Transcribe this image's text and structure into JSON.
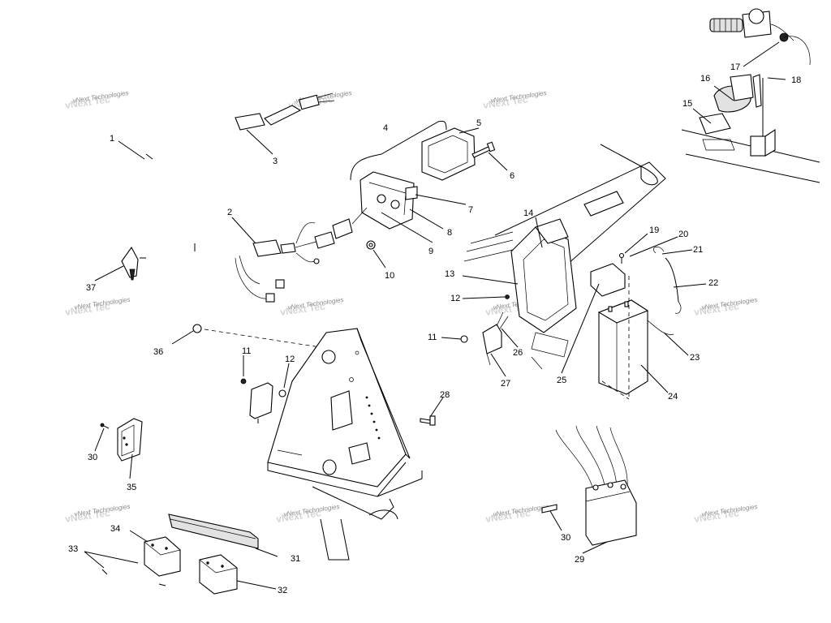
{
  "callouts": [
    {
      "id": "1",
      "text": "1"
    },
    {
      "id": "2",
      "text": "2"
    },
    {
      "id": "3",
      "text": "3"
    },
    {
      "id": "4",
      "text": "4"
    },
    {
      "id": "5",
      "text": "5"
    },
    {
      "id": "6",
      "text": "6"
    },
    {
      "id": "7",
      "text": "7"
    },
    {
      "id": "8",
      "text": "8"
    },
    {
      "id": "9",
      "text": "9"
    },
    {
      "id": "10",
      "text": "10"
    },
    {
      "id": "11a",
      "text": "11"
    },
    {
      "id": "11b",
      "text": "11"
    },
    {
      "id": "12a",
      "text": "12"
    },
    {
      "id": "12b",
      "text": "12"
    },
    {
      "id": "13",
      "text": "13"
    },
    {
      "id": "14",
      "text": "14"
    },
    {
      "id": "15",
      "text": "15"
    },
    {
      "id": "16",
      "text": "16"
    },
    {
      "id": "17",
      "text": "17"
    },
    {
      "id": "18",
      "text": "18"
    },
    {
      "id": "19",
      "text": "19"
    },
    {
      "id": "20",
      "text": "20"
    },
    {
      "id": "21",
      "text": "21"
    },
    {
      "id": "22",
      "text": "22"
    },
    {
      "id": "23",
      "text": "23"
    },
    {
      "id": "24",
      "text": "24"
    },
    {
      "id": "25",
      "text": "25"
    },
    {
      "id": "26",
      "text": "26"
    },
    {
      "id": "27",
      "text": "27"
    },
    {
      "id": "28",
      "text": "28"
    },
    {
      "id": "29",
      "text": "29"
    },
    {
      "id": "30a",
      "text": "30"
    },
    {
      "id": "30b",
      "text": "30"
    },
    {
      "id": "31",
      "text": "31"
    },
    {
      "id": "32",
      "text": "32"
    },
    {
      "id": "33",
      "text": "33"
    },
    {
      "id": "34",
      "text": "34"
    },
    {
      "id": "35",
      "text": "35"
    },
    {
      "id": "36",
      "text": "36"
    },
    {
      "id": "37",
      "text": "37"
    }
  ],
  "watermark": {
    "text": "vNext Technologies"
  }
}
